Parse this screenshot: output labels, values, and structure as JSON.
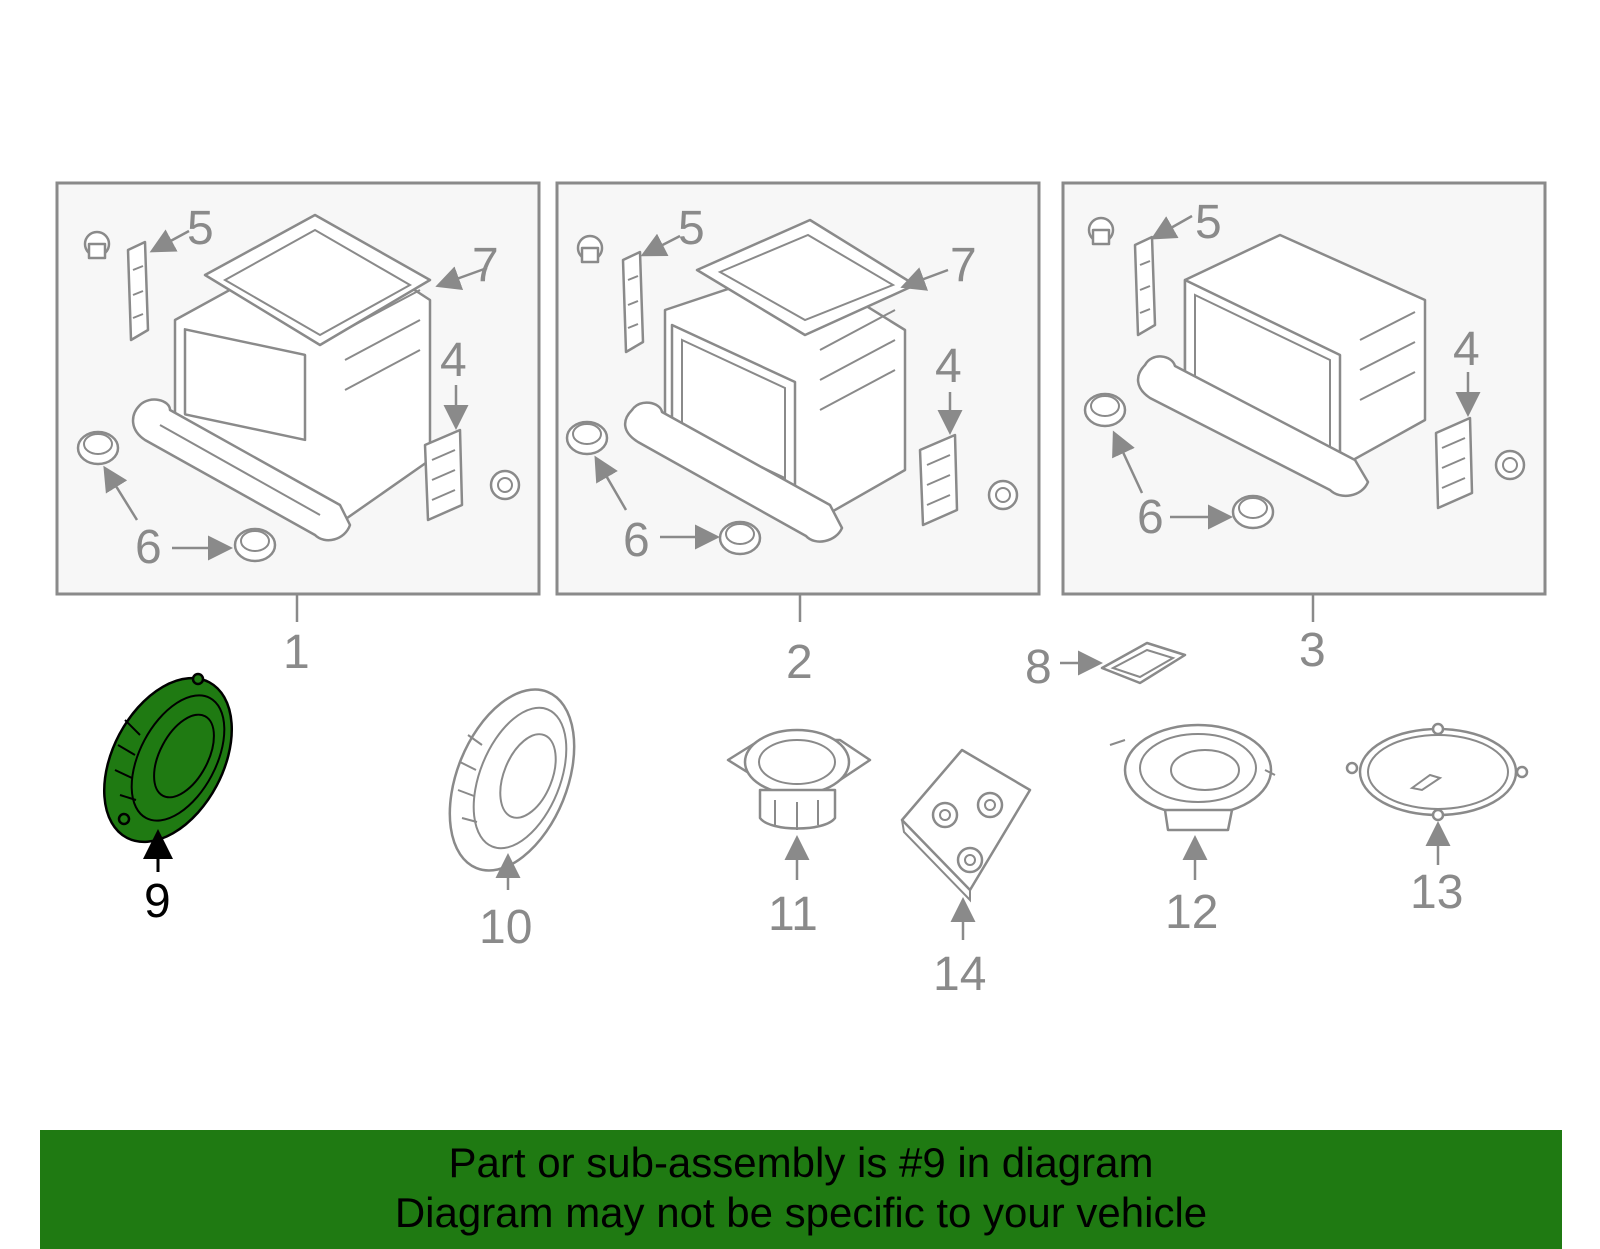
{
  "colors": {
    "highlight": "#1f7a12",
    "line_gray": "#8a8a8a",
    "box_fill": "#f7f7f7"
  },
  "callouts": {
    "c1": "1",
    "c2": "2",
    "c3": "3",
    "c4": "4",
    "c5": "5",
    "c6": "6",
    "c7": "7",
    "c8": "8",
    "c9": "9",
    "c10": "10",
    "c11": "11",
    "c12": "12",
    "c13": "13",
    "c14": "14"
  },
  "highlighted_part": "9",
  "banner": {
    "line1": "Part or sub-assembly is #9 in diagram",
    "line2": "Diagram may not be specific to your vehicle"
  }
}
